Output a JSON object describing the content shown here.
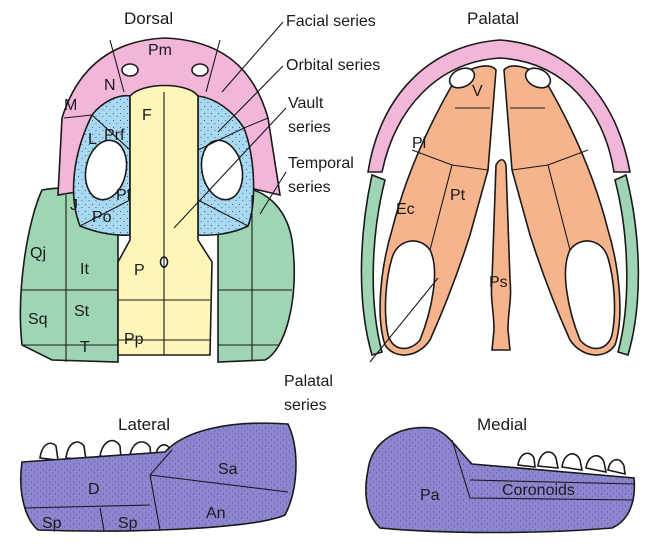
{
  "views": {
    "dorsal": "Dorsal",
    "palatal": "Palatal",
    "lateral": "Lateral",
    "medial": "Medial"
  },
  "series_labels": {
    "facial": "Facial series",
    "orbital": "Orbital series",
    "vault_1": "Vault",
    "vault_2": "series",
    "temporal_1": "Temporal",
    "temporal_2": "series",
    "palatal_1": "Palatal",
    "palatal_2": "series"
  },
  "bones": {
    "pm": "Pm",
    "n": "N",
    "m": "M",
    "f": "F",
    "l": "L",
    "prf": "Prf",
    "j": "J",
    "po": "Po",
    "pf": "Pf",
    "qj": "Qj",
    "it": "It",
    "p": "P",
    "sq": "Sq",
    "st": "St",
    "t": "T",
    "pp": "Pp",
    "v": "V",
    "pl": "Pl",
    "pt": "Pt",
    "ec": "Ec",
    "ps": "Ps",
    "d": "D",
    "sa": "Sa",
    "an": "An",
    "sp_1": "Sp",
    "sp_2": "Sp",
    "pa": "Pa",
    "coronoids": "Coronoids"
  },
  "colors": {
    "facial": "#f2b6d9",
    "orbital": "#a9d9f2",
    "vault": "#fdf6b8",
    "temporal": "#9fd5b4",
    "palatal": "#f6b48c",
    "jaw": "#8b86cf",
    "outline": "#1a1a1a"
  }
}
